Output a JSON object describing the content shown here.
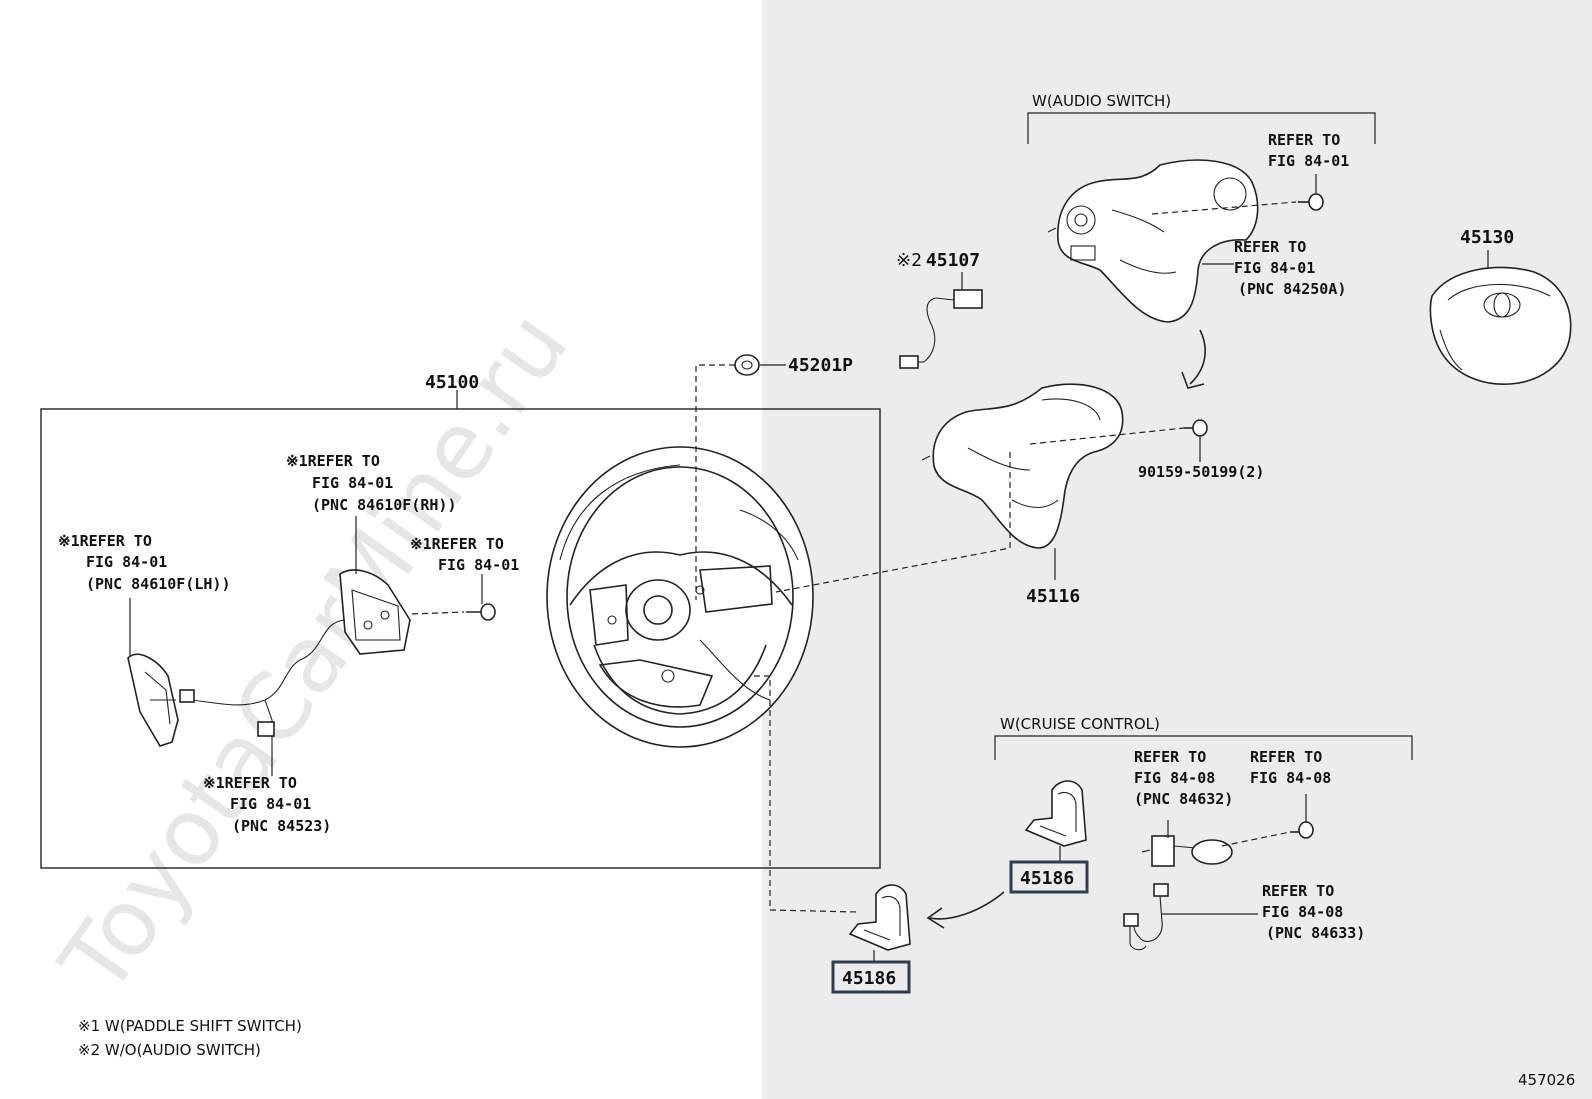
{
  "watermark": "ToyotaCarMine.ru",
  "diagram_id": "457026",
  "part_numbers": {
    "p45100": "45100",
    "p45201p": "45201P",
    "p45107": "45107",
    "p45107_prefix": "※2",
    "p45116": "45116",
    "p45130": "45130",
    "p45186_upper": "45186",
    "p45186_lower": "45186",
    "p90159": "90159-50199(2)"
  },
  "groups": {
    "audio_switch": "W(AUDIO SWITCH)",
    "cruise_control": "W(CRUISE CONTROL)"
  },
  "refs": {
    "audio_top": [
      "REFER TO",
      "FIG 84-01"
    ],
    "audio_mid": [
      "REFER TO",
      "FIG 84-01",
      "(PNC 84250A)"
    ],
    "paddle_rh": [
      "※1REFER TO",
      "FIG 84-01",
      "(PNC 84610F(RH))"
    ],
    "paddle_lh": [
      "※1REFER TO",
      "FIG 84-01",
      "(PNC 84610F(LH))"
    ],
    "paddle_bolt": [
      "※1REFER TO",
      "FIG 84-01"
    ],
    "paddle_wire": [
      "※1REFER TO",
      "FIG 84-01",
      "(PNC 84523)"
    ],
    "cruise_a": [
      "REFER TO",
      "FIG 84-08",
      "(PNC 84632)"
    ],
    "cruise_b": [
      "REFER TO",
      "FIG 84-08"
    ],
    "cruise_c": [
      "REFER TO",
      "FIG 84-08",
      "(PNC 84633)"
    ]
  },
  "notes": [
    "※1 W(PADDLE SHIFT SWITCH)",
    "※2 W/O(AUDIO SWITCH)"
  ]
}
